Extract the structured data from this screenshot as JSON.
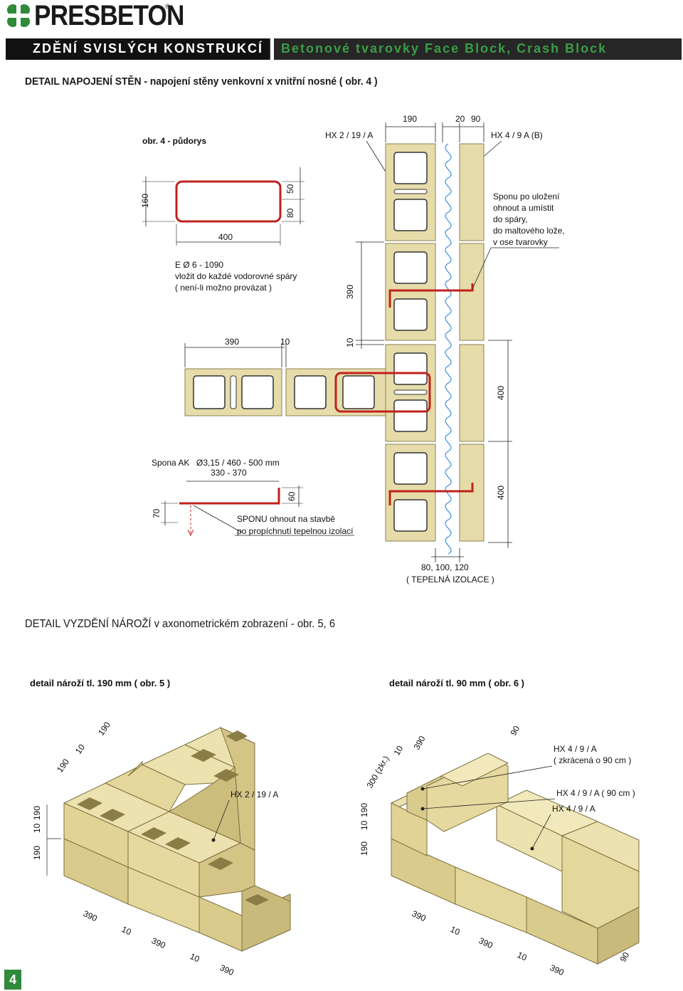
{
  "header": {
    "logo_text": "PRESBETON",
    "logo_reg": "®",
    "section_title": "ZDĚNÍ SVISLÝCH KONSTRUKCÍ",
    "product_title": "Betonové tvarovky Face Block, Crash Block"
  },
  "detail1": {
    "heading": "DETAIL NAPOJENÍ STĚN - napojení stěny venkovní   x  vnitřní  nosné  ( obr. 4 )",
    "fig_label": "obr. 4 - půdorys",
    "block_main": "HX  2 / 19 / A",
    "block_face": "HX 4 / 9 A (B)",
    "dim_190": "190",
    "dim_20": "20",
    "dim_90": "90",
    "dim_160": "160",
    "dim_50": "50",
    "dim_80": "80",
    "dim_400_clip": "400",
    "rebar_title": "E  Ø 6 - 1090",
    "rebar_line2": "vložit do každé vodorovné spáry",
    "rebar_line3": "( není-li možno provázat )",
    "dim_390_v": "390",
    "dim_10_v": "10",
    "dim_390_h": "390",
    "dim_10_h": "10",
    "dim_400_a": "400",
    "dim_400_b": "400",
    "tie_note_1": "Sponu po uložení",
    "tie_note_2": "ohnout a umístit",
    "tie_note_3": "do spáry,",
    "tie_note_4": "do maltového lože,",
    "tie_note_5": "v ose tvarovky",
    "spona_title": "Spona AK",
    "spona_spec": "Ø3,15 / 460 - 500 mm",
    "spona_len": "330 - 370",
    "dim_60": "60",
    "dim_70": "70",
    "spona_note_1": "SPONU ohnout na stavbě",
    "spona_note_2": "po propíchnutí tepelnou izolací",
    "insul_dims": "80, 100, 120",
    "insul_label": "( TEPELNÁ IZOLACE )"
  },
  "detail2": {
    "heading": "DETAIL VYZDĚNÍ NÁROŽÍ v axonometrickém zobrazení - obr. 5, 6",
    "fig5_title": "detail nároží tl. 190 mm ( obr. 5 )",
    "fig6_title": "detail nároží tl. 90 mm ( obr. 6 )",
    "fig5_block": "HX  2 / 19 / A",
    "fig5_dims_top": [
      "190",
      "10",
      "190"
    ],
    "fig5_dims_left": [
      "190",
      "10",
      "190"
    ],
    "fig5_dims_bottom": [
      "390",
      "10",
      "390",
      "10",
      "390"
    ],
    "fig6_block_a": "HX  4 / 9 / A",
    "fig6_block_a2": "( zkrácená o 90 cm )",
    "fig6_block_b": "HX  4 / 9 / A ( 90 cm )",
    "fig6_block_c": "HX  4 / 9 / A",
    "fig6_dim_top_a": "300 (zkr.)",
    "fig6_dim_top_b": "10",
    "fig6_dim_top_c": "390",
    "fig6_dim_90_top": "90",
    "fig6_dims_left": [
      "190",
      "10",
      "190"
    ],
    "fig6_dims_bottom": [
      "390",
      "10",
      "390",
      "10",
      "390"
    ],
    "fig6_dim_90_right": "90"
  },
  "page": {
    "number": "4"
  },
  "colors": {
    "brand_green": "#2f8a3a",
    "block_fill": "#e6dcaa",
    "block_dark": "#c9b97a",
    "rebar_red": "#c0211c",
    "insulation_blue": "#3b8fd6"
  }
}
